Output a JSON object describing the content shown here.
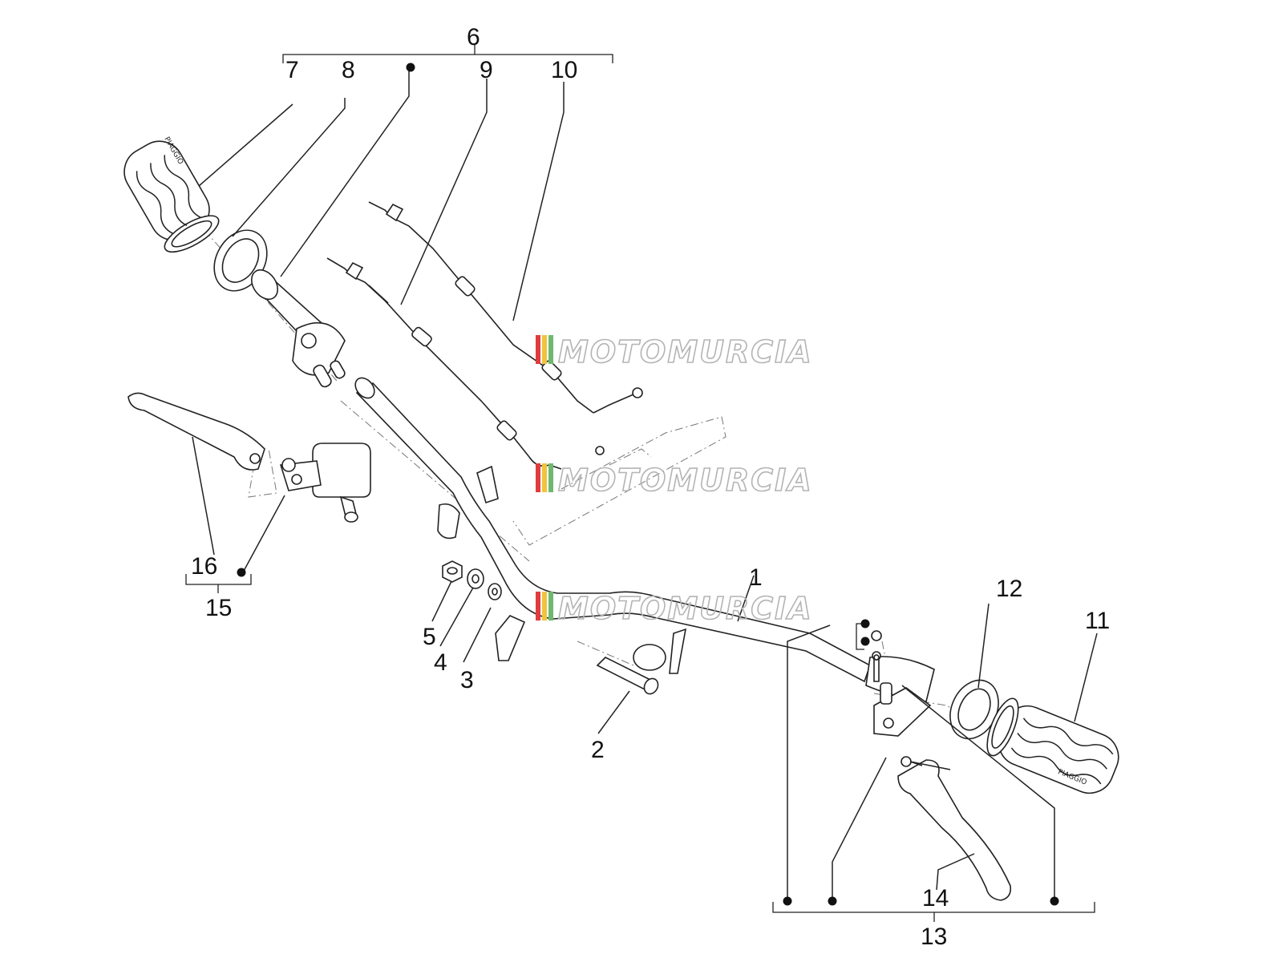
{
  "diagram": {
    "callouts": {
      "c1": "1",
      "c2": "2",
      "c3": "3",
      "c4": "4",
      "c5": "5",
      "c6": "6",
      "c7": "7",
      "c8": "8",
      "c9": "9",
      "c10": "10",
      "c11": "11",
      "c12": "12",
      "c13": "13",
      "c14": "14",
      "c15": "15",
      "c16": "16"
    },
    "watermark": "MOTOMURCIA",
    "grip_logo": "PIAGGIO",
    "colors": {
      "line": "#222222",
      "watermark": "#b4b4b4",
      "watermark_flag_red": "#e03c3c",
      "watermark_flag_yellow": "#f0c43c",
      "watermark_flag_green": "#6fb86f"
    }
  }
}
